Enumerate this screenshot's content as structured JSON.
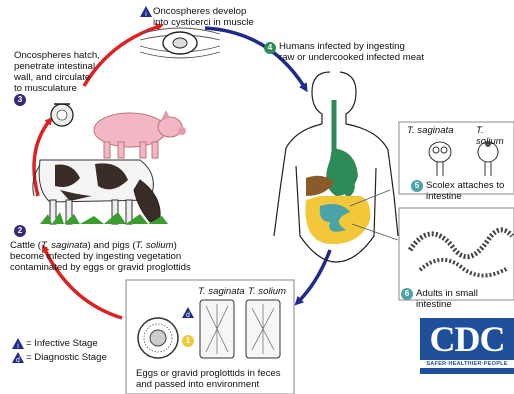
{
  "colors": {
    "arrow_red": "#e02020",
    "arrow_blue": "#1e2a8c",
    "stage_badge": "#3b2a7a",
    "infective_icon": "#1e2a8c",
    "diagnostic_icon": "#1e2a8c",
    "stomach_green": "#2e8b57",
    "intestine_yellow": "#f2c83a",
    "intestine_teal": "#4aa3a8",
    "liver_brown": "#8a5a2b",
    "cdc_blue": "#1f4f9a"
  },
  "steps": {
    "s1": {
      "number": "1",
      "text": "Eggs or gravid proglottids in feces\nand passed into environment"
    },
    "s2": {
      "number": "2",
      "text": "Cattle (T. saginata) and pigs (T. solium)\nbecome infected by ingesting vegetation\ncontaminated by eggs or gravid proglottids"
    },
    "s3": {
      "number": "3",
      "text": "Oncospheres hatch,\npenetrate intestinal\nwall, and circulate\nto musculature"
    },
    "s4_top": {
      "text": "Oncospheres develop\ninto cysticerci in muscle"
    },
    "s4": {
      "number": "4",
      "text": "Humans infected by ingesting\nraw or undercooked infected meat"
    },
    "s5": {
      "number": "5",
      "text": "Scolex attaches to intestine"
    },
    "s6": {
      "number": "6",
      "text": "Adults in small intestine"
    }
  },
  "labels": {
    "t_saginata": "T. saginata",
    "t_solium": "T. solium",
    "d_letter": "d",
    "i_letter": "i"
  },
  "legend": {
    "infective": "= Infective Stage",
    "diagnostic": "= Diagnostic Stage"
  },
  "logo": {
    "text": "CDC",
    "tagline": "SAFER·HEALTHIER·PEOPLE"
  }
}
